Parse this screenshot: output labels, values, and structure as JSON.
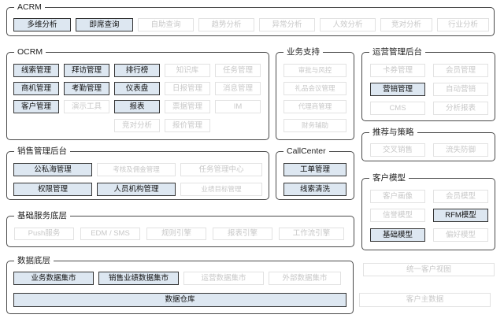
{
  "acrm": {
    "title": "ACRM",
    "modules": [
      {
        "label": "多维分析",
        "on": true
      },
      {
        "label": "即席查询",
        "on": true
      },
      {
        "label": "自助查询",
        "on": false
      },
      {
        "label": "趋势分析",
        "on": false
      },
      {
        "label": "异常分析",
        "on": false
      },
      {
        "label": "人效分析",
        "on": false
      },
      {
        "label": "竞对分析",
        "on": false
      },
      {
        "label": "行业分析",
        "on": false
      }
    ]
  },
  "ocrm": {
    "title": "OCRM",
    "modules": [
      {
        "label": "线索管理",
        "on": true
      },
      {
        "label": "拜访管理",
        "on": true
      },
      {
        "label": "排行榜",
        "on": true
      },
      {
        "label": "知识库",
        "on": false
      },
      {
        "label": "任务管理",
        "on": false
      },
      {
        "label": "商机管理",
        "on": true
      },
      {
        "label": "考勤管理",
        "on": true
      },
      {
        "label": "仪表盘",
        "on": true
      },
      {
        "label": "日报管理",
        "on": false
      },
      {
        "label": "消息管理",
        "on": false
      },
      {
        "label": "客户管理",
        "on": true
      },
      {
        "label": "演示工具",
        "on": false
      },
      {
        "label": "报表",
        "on": true
      },
      {
        "label": "票据管理",
        "on": false
      },
      {
        "label": "IM",
        "on": false
      },
      {
        "label": "竞对分析",
        "on": false
      },
      {
        "label": "报价管理",
        "on": false
      }
    ]
  },
  "business_support": {
    "title": "业务支持",
    "modules": [
      {
        "label": "审批与风控",
        "on": false
      },
      {
        "label": "礼品会议管理",
        "on": false
      },
      {
        "label": "代理商管理",
        "on": false
      },
      {
        "label": "财务辅助",
        "on": false
      }
    ]
  },
  "ops_backend": {
    "title": "运营管理后台",
    "modules": [
      {
        "label": "卡券管理",
        "on": false
      },
      {
        "label": "会员管理",
        "on": false
      },
      {
        "label": "营销管理",
        "on": true
      },
      {
        "label": "自动营销",
        "on": false
      },
      {
        "label": "CMS",
        "on": false
      },
      {
        "label": "分析报表",
        "on": false
      }
    ]
  },
  "recommend": {
    "title": "推荐与策略",
    "modules": [
      {
        "label": "交叉销售",
        "on": false
      },
      {
        "label": "流失防御",
        "on": false
      }
    ]
  },
  "sales_backend": {
    "title": "销售管理后台",
    "modules": [
      {
        "label": "公私海管理",
        "on": true
      },
      {
        "label": "考核及佣金管理",
        "on": false
      },
      {
        "label": "任务管理中心",
        "on": false
      },
      {
        "label": "权限管理",
        "on": true
      },
      {
        "label": "人员机构管理",
        "on": true
      },
      {
        "label": "业绩目标管理",
        "on": false
      }
    ]
  },
  "callcenter": {
    "title": "CallCenter",
    "modules": [
      {
        "label": "工单管理",
        "on": true
      },
      {
        "label": "线索清洗",
        "on": true
      }
    ]
  },
  "customer_model": {
    "title": "客户模型",
    "modules": [
      {
        "label": "客户画像",
        "on": false
      },
      {
        "label": "会员模型",
        "on": false
      },
      {
        "label": "信誉模型",
        "on": false
      },
      {
        "label": "RFM模型",
        "on": true
      },
      {
        "label": "基础模型",
        "on": true
      },
      {
        "label": "偏好模型",
        "on": false
      }
    ]
  },
  "base_service": {
    "title": "基础服务底层",
    "modules": [
      {
        "label": "Push服务",
        "on": false
      },
      {
        "label": "EDM / SMS",
        "on": false
      },
      {
        "label": "规则引擎",
        "on": false
      },
      {
        "label": "报表引擎",
        "on": false
      },
      {
        "label": "工作流引擎",
        "on": false
      }
    ]
  },
  "data_layer": {
    "title": "数据底层",
    "modules": [
      {
        "label": "业务数据集市",
        "on": true
      },
      {
        "label": "销售业绩数据集市",
        "on": true
      },
      {
        "label": "运营数据集市",
        "on": false
      },
      {
        "label": "外部数据集市",
        "on": false
      },
      {
        "label": "数据仓库",
        "on": true
      }
    ]
  },
  "outside": {
    "modules": [
      {
        "label": "统一客户视图",
        "on": false
      },
      {
        "label": "客户主数据",
        "on": false
      }
    ]
  }
}
